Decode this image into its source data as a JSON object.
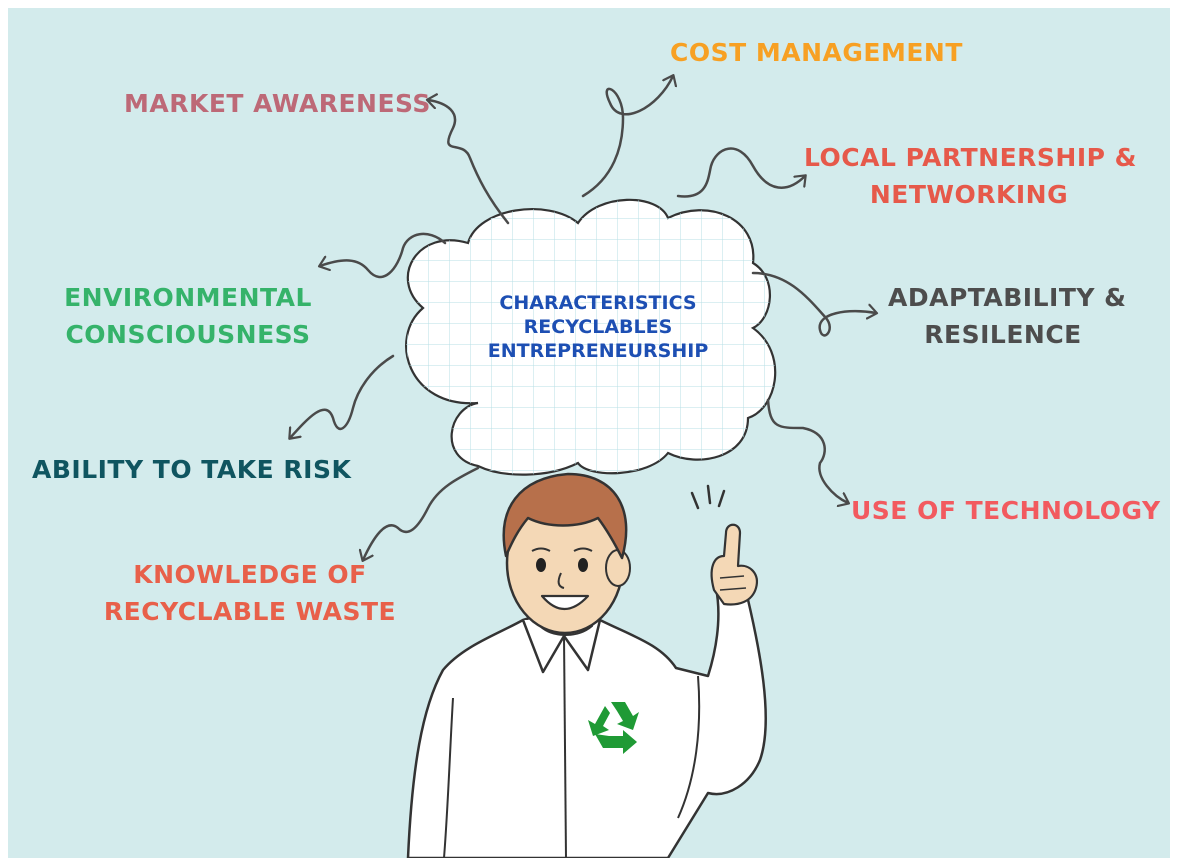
{
  "center": {
    "lines": [
      "CHARACTERISTICS",
      "RECYCLABLES",
      "ENTREPRENEURSHIP"
    ],
    "color": "#1d4fb3"
  },
  "labels": {
    "cost_management": {
      "text": "COST MANAGEMENT",
      "color": "#f7a023"
    },
    "market_awareness": {
      "text": "MARKET AWARENESS",
      "color": "#bd6977"
    },
    "local_partnership": {
      "lines": [
        "LOCAL PARTNERSHIP &",
        "NETWORKING"
      ],
      "color": "#e6594a"
    },
    "environmental_consciousness": {
      "lines": [
        "ENVIRONMENTAL",
        "CONSCIOUSNESS"
      ],
      "color": "#35b36a"
    },
    "adaptability": {
      "lines": [
        "ADAPTABILITY &",
        "RESILENCE"
      ],
      "color": "#4d4d4d"
    },
    "ability_to_take_risk": {
      "text": "ABILITY TO TAKE RISK",
      "color": "#0f5560"
    },
    "use_of_technology": {
      "text": "USE OF TECHNOLOGY",
      "color": "#f25a5f"
    },
    "knowledge_of_waste": {
      "lines": [
        "KNOWLEDGE OF",
        "RECYCLABLE WASTE"
      ],
      "color": "#e8604a"
    }
  },
  "colors": {
    "background": "#d3ebec",
    "arrow": "#4a4a4a",
    "recycle_symbol": "#1f9a35",
    "shirt": "#ffffff",
    "hair": "#b7704b"
  },
  "icons": [
    "cloud-icon",
    "person-illustration",
    "recycle-icon",
    "idea-spark-icon"
  ]
}
